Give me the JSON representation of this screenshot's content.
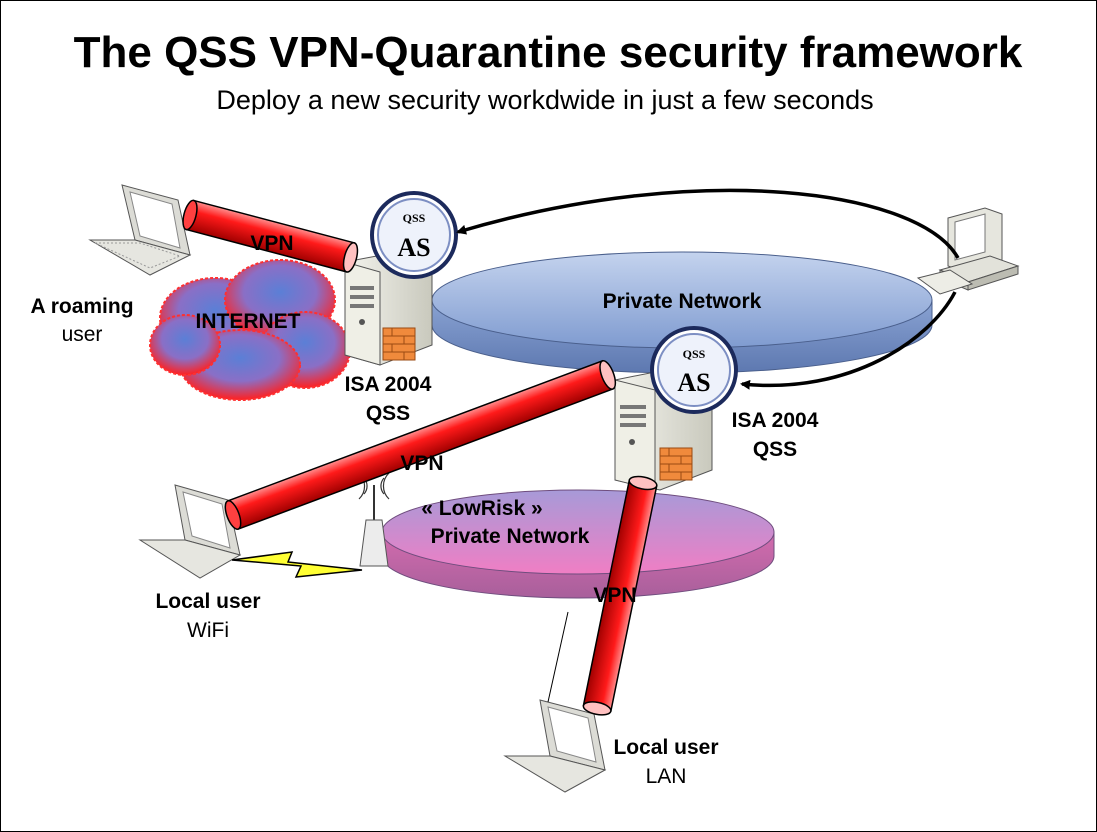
{
  "header": {
    "title": "The QSS VPN-Quarantine security framework",
    "subtitle": "Deploy a new security workdwide in just a few seconds"
  },
  "networks": {
    "private": "Private Network",
    "lowrisk_line1": "« LowRisk »",
    "lowrisk_line2": "Private Network"
  },
  "internet": "INTERNET",
  "servers": {
    "top": {
      "line1": "ISA 2004",
      "line2": "QSS",
      "badge_small": "QSS",
      "badge_big": "AS"
    },
    "mid": {
      "line1": "ISA 2004",
      "line2": "QSS",
      "badge_small": "QSS",
      "badge_big": "AS"
    }
  },
  "vpn": {
    "label": "VPN"
  },
  "users": {
    "roaming": {
      "line1": "A roaming",
      "line2": "user"
    },
    "wifi": {
      "line1": "Local user",
      "line2": "WiFi"
    },
    "lan": {
      "line1": "Local user",
      "line2": "LAN"
    }
  },
  "colors": {
    "tunnel": "#e81010",
    "private_network": "#a9bfe3",
    "lowrisk_top": "#b8a2d8",
    "lowrisk_bottom": "#f27cc0",
    "internet_cloud": "#ff2020"
  }
}
